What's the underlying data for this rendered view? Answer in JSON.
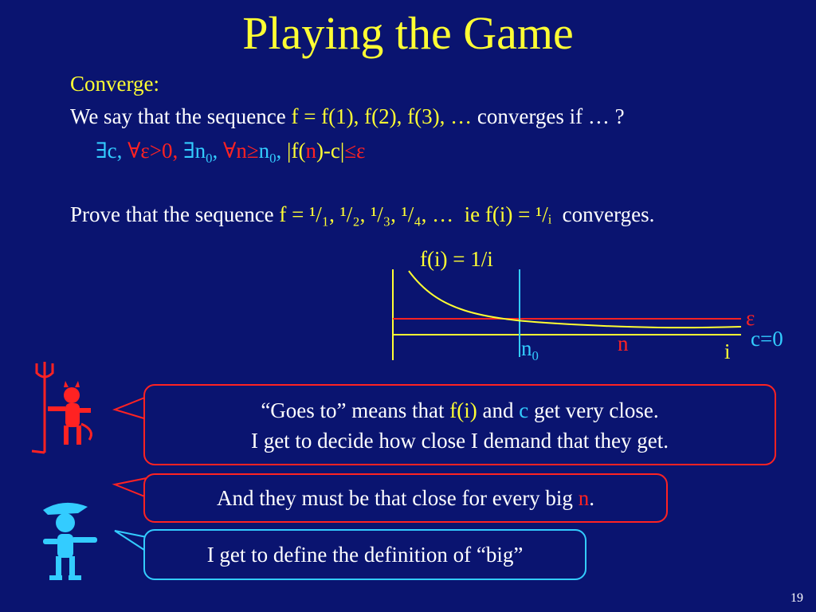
{
  "title": "Playing the Game",
  "converge": {
    "heading": "Converge:",
    "line1_pre": "We say that the sequence ",
    "line1_seq": "f = f(1), f(2), f(3), …",
    "line1_post": " converges if … ?",
    "exists_c": "∃c,",
    "forall_eps": "∀ε>0,",
    "exists_n0": "∃n",
    "n0_sub": "0",
    "forall_n": "∀n≥",
    "n_geq_n0": "n",
    "abs_open": "|f(",
    "abs_n": "n",
    "abs_mid": ")-c|",
    "le_eps": "≤ε"
  },
  "prove": {
    "pre": "Prove that the sequence ",
    "seq": "f = ¹/₁, ¹/₂, ¹/₃, ¹/₄, …",
    "ie": "ie f(i) = ¹/ᵢ",
    "post": "converges."
  },
  "graph": {
    "label": "f(i) = 1/i",
    "eps_label": "ε",
    "c_label": "c=0",
    "n0_label": "n",
    "n0_sub": "0",
    "n_label": "n",
    "i_label": "i"
  },
  "bubbles": {
    "devil_line1_pre": "“Goes to” means that ",
    "devil_line1_fi": "f(i)",
    "devil_line1_and": " and ",
    "devil_line1_c": "c",
    "devil_line1_post": " get very close.",
    "devil_line2": "I get to decide how close I demand that they get.",
    "devil2_pre": "And they must be that close for every big ",
    "devil2_n": "n",
    "devil2_post": ".",
    "hero": "I get to define the definition of “big”"
  },
  "page_number": "19",
  "colors": {
    "background": "#0a1470",
    "title": "#ffff33",
    "cyan": "#33ccff",
    "red": "#ff2222"
  }
}
